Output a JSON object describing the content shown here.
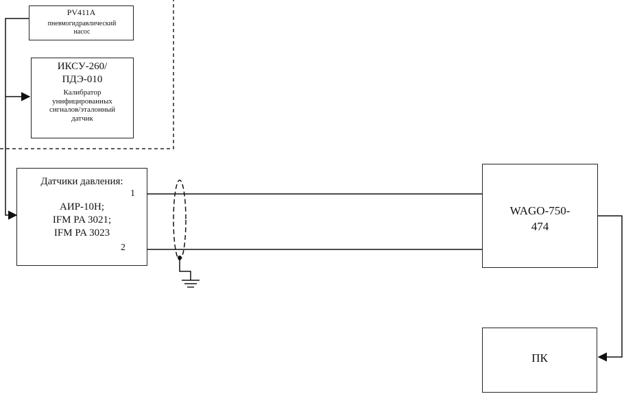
{
  "pump": {
    "model": "PV411A",
    "description": "пневмогидравлический насос"
  },
  "calibrator": {
    "model_line1": "ИКСУ-260/",
    "model_line2": "ПДЭ-010",
    "description": "Калибратор унифицированных сигналов/эталонный датчик"
  },
  "sensors": {
    "title": "Датчики давления:",
    "model1": "АИР-10Н;",
    "model2": "IFM PA 3021;",
    "model3": "IFM PA 3023",
    "pin1": "1",
    "pin2": "2"
  },
  "wago": {
    "label_line1": "WAGO-750-",
    "label_line2": "474"
  },
  "pc": {
    "label": "ПК"
  }
}
